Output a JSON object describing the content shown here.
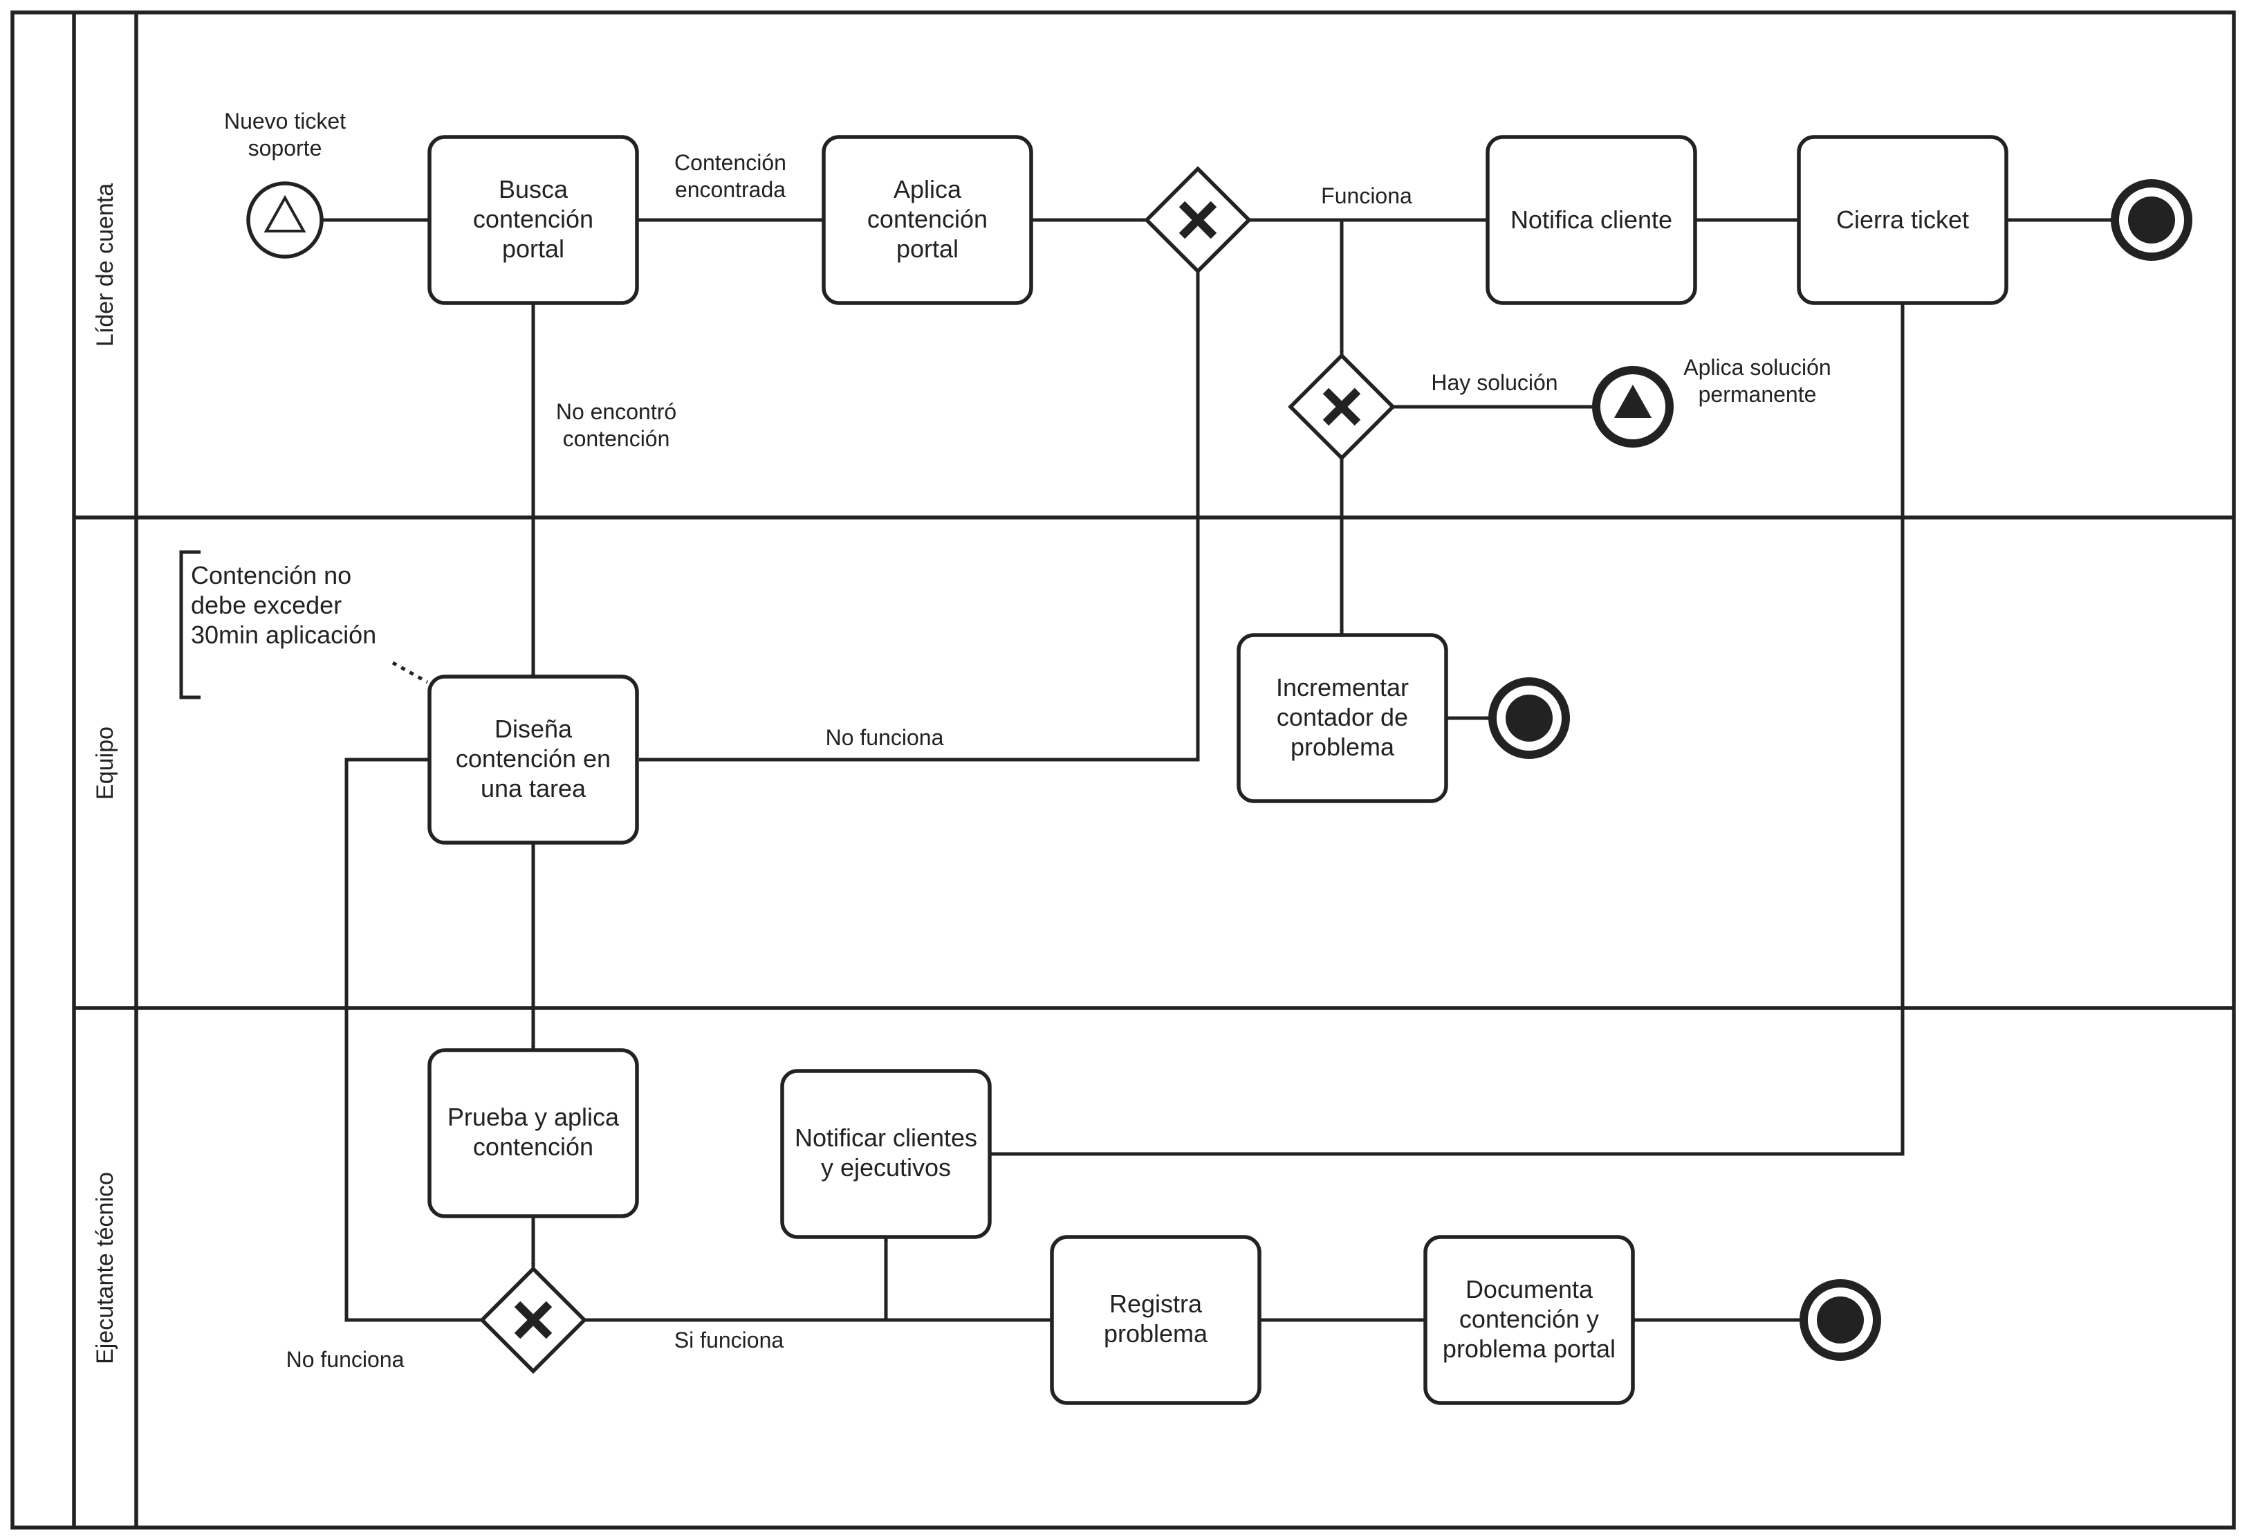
{
  "colors": {
    "stroke": "#222222",
    "background": "#ffffff"
  },
  "lanes": [
    "Líder de cuenta",
    "Equipo",
    "Ejecutante técnico"
  ],
  "events": {
    "start_label_line1": "Nuevo ticket",
    "start_label_line2": "soporte",
    "escalation_label_line1": "Aplica solución",
    "escalation_label_line2": "permanente"
  },
  "tasks": {
    "busca": [
      "Busca",
      "contención",
      "portal"
    ],
    "aplica": [
      "Aplica",
      "contención",
      "portal"
    ],
    "notifica": [
      "Notifica cliente"
    ],
    "cierra": [
      "Cierra ticket"
    ],
    "disena": [
      "Diseña",
      "contención en",
      "una tarea"
    ],
    "incrementar": [
      "Incrementar",
      "contador de",
      "problema"
    ],
    "prueba": [
      "Prueba y aplica",
      "contención"
    ],
    "notificar_clientes": [
      "Notificar clientes",
      "y ejecutivos"
    ],
    "registra": [
      "Registra",
      "problema"
    ],
    "documenta": [
      "Documenta",
      "contención y",
      "problema portal"
    ]
  },
  "gateways": {
    "marker": "X"
  },
  "flows": {
    "contencion_encontrada": [
      "Contención",
      "encontrada"
    ],
    "funciona": "Funciona",
    "no_encontro": [
      "No encontró",
      "contención"
    ],
    "hay_solucion": "Hay solución",
    "no_funciona_1": "No funciona",
    "si_funciona": "Si funciona",
    "no_funciona_2": "No funciona"
  },
  "annotation": [
    "Contención no",
    "debe exceder",
    "30min aplicación"
  ]
}
